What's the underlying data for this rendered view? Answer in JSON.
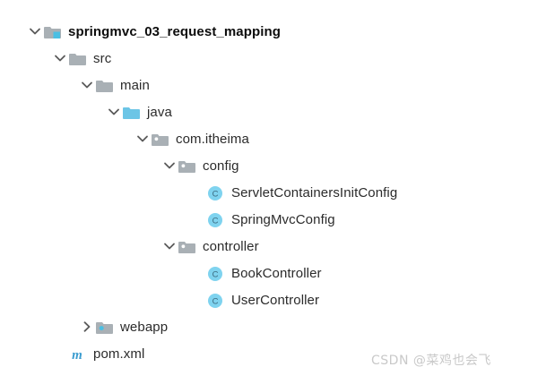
{
  "tree": {
    "name": "project-tree",
    "rows": [
      {
        "label": "springmvc_03_request_mapping",
        "icon": "module-folder-icon",
        "state": "expanded",
        "level": 0,
        "bold": true
      },
      {
        "label": "src",
        "icon": "folder-icon",
        "state": "expanded",
        "level": 1,
        "bold": false
      },
      {
        "label": "main",
        "icon": "folder-icon",
        "state": "expanded",
        "level": 2,
        "bold": false
      },
      {
        "label": "java",
        "icon": "source-root-folder-icon",
        "state": "expanded",
        "level": 3,
        "bold": false
      },
      {
        "label": "com.itheima",
        "icon": "package-folder-icon",
        "state": "expanded",
        "level": 4,
        "bold": false
      },
      {
        "label": "config",
        "icon": "package-folder-icon",
        "state": "expanded",
        "level": 5,
        "bold": false
      },
      {
        "label": "ServletContainersInitConfig",
        "icon": "java-class-icon",
        "state": "leaf",
        "level": 6,
        "bold": false
      },
      {
        "label": "SpringMvcConfig",
        "icon": "java-class-icon",
        "state": "leaf",
        "level": 6,
        "bold": false
      },
      {
        "label": "controller",
        "icon": "package-folder-icon",
        "state": "expanded",
        "level": 5,
        "bold": false
      },
      {
        "label": "BookController",
        "icon": "java-class-icon",
        "state": "leaf",
        "level": 6,
        "bold": false
      },
      {
        "label": "UserController",
        "icon": "java-class-icon",
        "state": "leaf",
        "level": 6,
        "bold": false
      },
      {
        "label": "webapp",
        "icon": "web-folder-icon",
        "state": "collapsed",
        "level": 2,
        "bold": false
      },
      {
        "label": "pom.xml",
        "icon": "maven-file-icon",
        "state": "leaf",
        "level": 1,
        "bold": false
      }
    ]
  },
  "watermark": {
    "text": "CSDN @菜鸡也会飞"
  },
  "colors": {
    "folder_gray": "#a9b0b5",
    "folder_blue": "#6cc5e6",
    "class_circle": "#7fd3ef",
    "maven_blue": "#3c9dd0",
    "chevron_gray": "#5a5a5a",
    "text": "#2b2b2b",
    "watermark": "#c9c9c9"
  }
}
